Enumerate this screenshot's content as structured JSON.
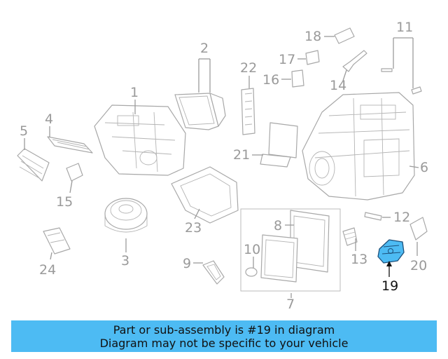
{
  "diagram": {
    "callouts": [
      "1",
      "2",
      "3",
      "4",
      "5",
      "6",
      "7",
      "8",
      "9",
      "10",
      "11",
      "12",
      "13",
      "14",
      "15",
      "16",
      "17",
      "18",
      "19",
      "20",
      "21",
      "22",
      "23",
      "24"
    ],
    "highlighted_callout": "19",
    "highlight_color": "#4dbbf3"
  },
  "banner": {
    "line1": "Part or sub-assembly is #19 in diagram",
    "line2": "Diagram may not be specific to your vehicle",
    "background": "#4dbbf3"
  }
}
